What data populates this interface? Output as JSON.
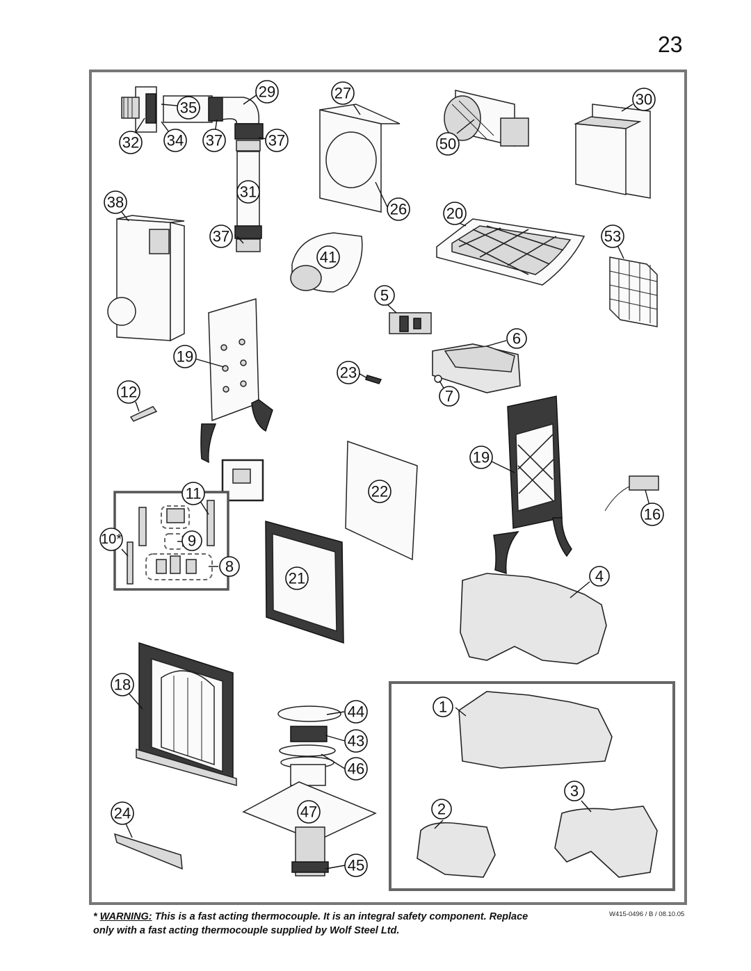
{
  "page_number": "23",
  "callouts": {
    "c35": "35",
    "c29": "29",
    "c32": "32",
    "c34": "34",
    "c37a": "37",
    "c37b": "37",
    "c31": "31",
    "c37c": "37",
    "c27": "27",
    "c26": "26",
    "c50": "50",
    "c30": "30",
    "c38": "38",
    "c41": "41",
    "c20": "20",
    "c53": "53",
    "c5": "5",
    "c19a": "19",
    "c23": "23",
    "c6": "6",
    "c7": "7",
    "c12": "12",
    "c19b": "19",
    "c16": "16",
    "c11": "11",
    "c10": "10*",
    "c9": "9",
    "c8": "8",
    "c22": "22",
    "c21": "21",
    "c4": "4",
    "c18": "18",
    "c44": "44",
    "c43": "43",
    "c46": "46",
    "c47": "47",
    "c45": "45",
    "c24": "24",
    "c1": "1",
    "c2": "2",
    "c3": "3"
  },
  "warning": {
    "prefix": "* ",
    "label": "WARNING:",
    "line1": " This is a fast acting thermocouple. It is an integral safety component. Replace",
    "line2": "only with a fast acting thermocouple supplied by Wolf Steel Ltd."
  },
  "doc_code": "W415-0496 / B / 08.10.05",
  "colors": {
    "frame": "#777777",
    "ink": "#111111"
  }
}
